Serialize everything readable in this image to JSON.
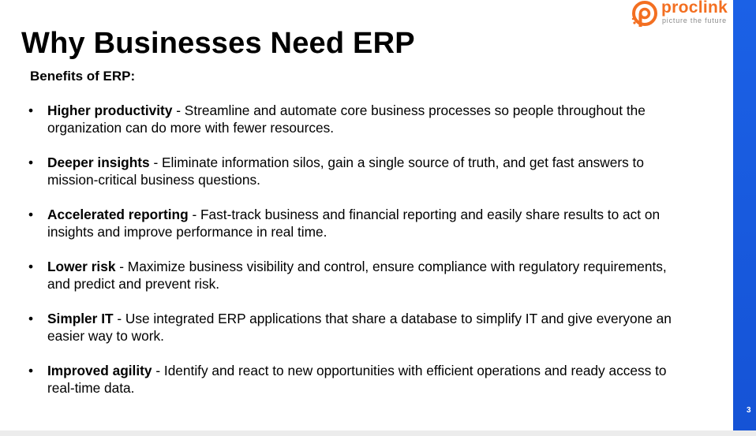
{
  "slide": {
    "title": "Why Businesses Need ERP",
    "subtitle": "Benefits of ERP:",
    "page_number": "3",
    "bullet_symbol": "•",
    "accent_color": "#1b61e6"
  },
  "logo": {
    "name": "proclink",
    "tagline": "picture the future",
    "color": "#f36f21"
  },
  "benefits": [
    {
      "term": "Higher productivity",
      "description": " - Streamline and automate core business processes so people throughout the organization can do more with fewer resources."
    },
    {
      "term": "Deeper insights",
      "description": " - Eliminate information silos, gain a single source of truth, and get fast answers to mission-critical business questions."
    },
    {
      "term": "Accelerated reporting",
      "description": " - Fast-track business and financial reporting and easily share results to act on insights and improve performance in real time."
    },
    {
      "term": "Lower risk",
      "description": " - Maximize business visibility and control, ensure compliance with regulatory requirements, and predict and prevent risk."
    },
    {
      "term": "Simpler IT",
      "description": " - Use integrated ERP applications that share a database to simplify IT and give everyone an easier way to work."
    },
    {
      "term": "Improved agility",
      "description": " - Identify and react to new opportunities with efficient operations and ready access to real-time data."
    }
  ]
}
